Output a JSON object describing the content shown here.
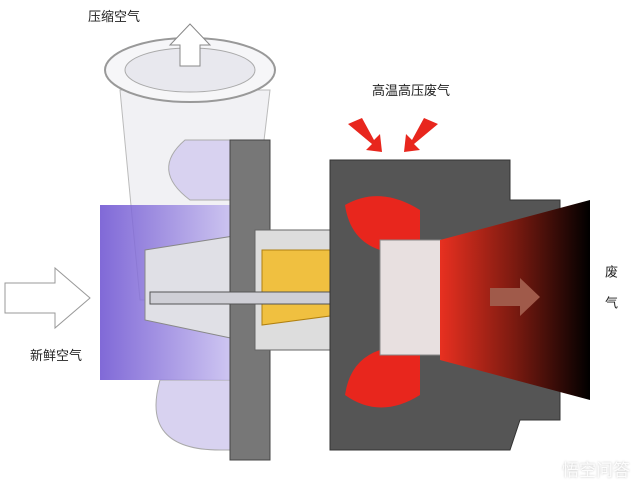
{
  "labels": {
    "compressed_air": "压缩空气",
    "hot_exhaust": "高温高压废气",
    "exhaust": "废气",
    "fresh_air": "新鲜空气"
  },
  "watermark": "悟空问答",
  "colors": {
    "intake": "#7a5fd0",
    "exhaust": "#e8261d",
    "bearing": "#e8b530",
    "housing": "#555555"
  }
}
